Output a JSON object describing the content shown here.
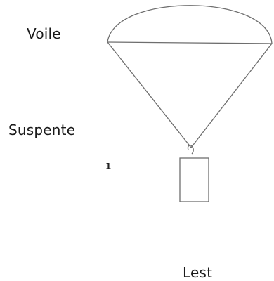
{
  "labels": {
    "sail": "Voile",
    "suspension_line": "Suspente",
    "ballast": "Lest",
    "marker": "1"
  },
  "colors": {
    "stroke": "#6e6e6e",
    "text": "#1a1a1a",
    "background": "#ffffff"
  }
}
